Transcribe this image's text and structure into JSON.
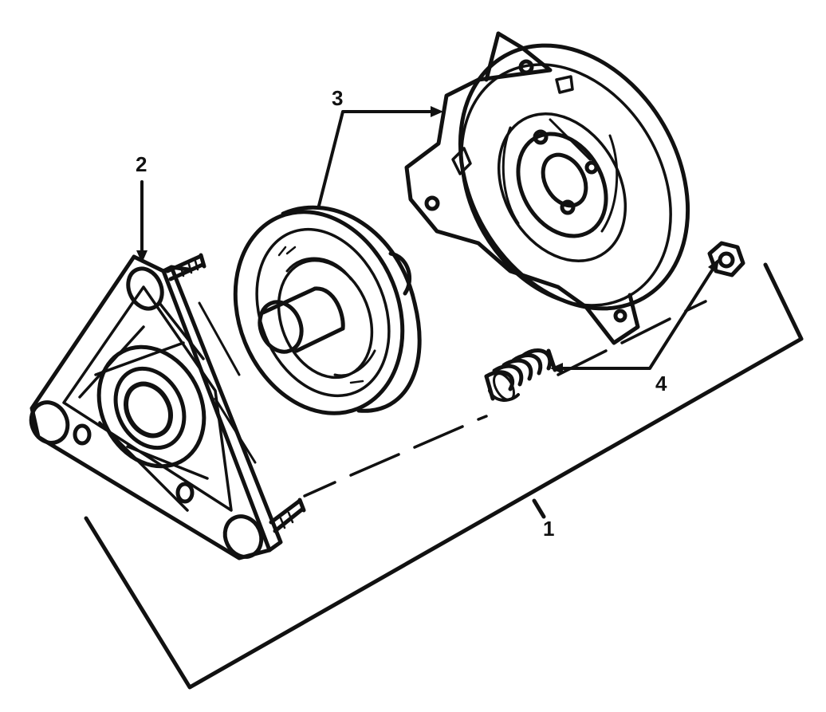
{
  "diagram": {
    "callouts": [
      {
        "id": "1",
        "label": "1"
      },
      {
        "id": "2",
        "label": "2"
      },
      {
        "id": "3",
        "label": "3"
      },
      {
        "id": "4",
        "label": "4"
      }
    ],
    "colors": {
      "ink": "#111111",
      "paper": "#ffffff"
    }
  }
}
